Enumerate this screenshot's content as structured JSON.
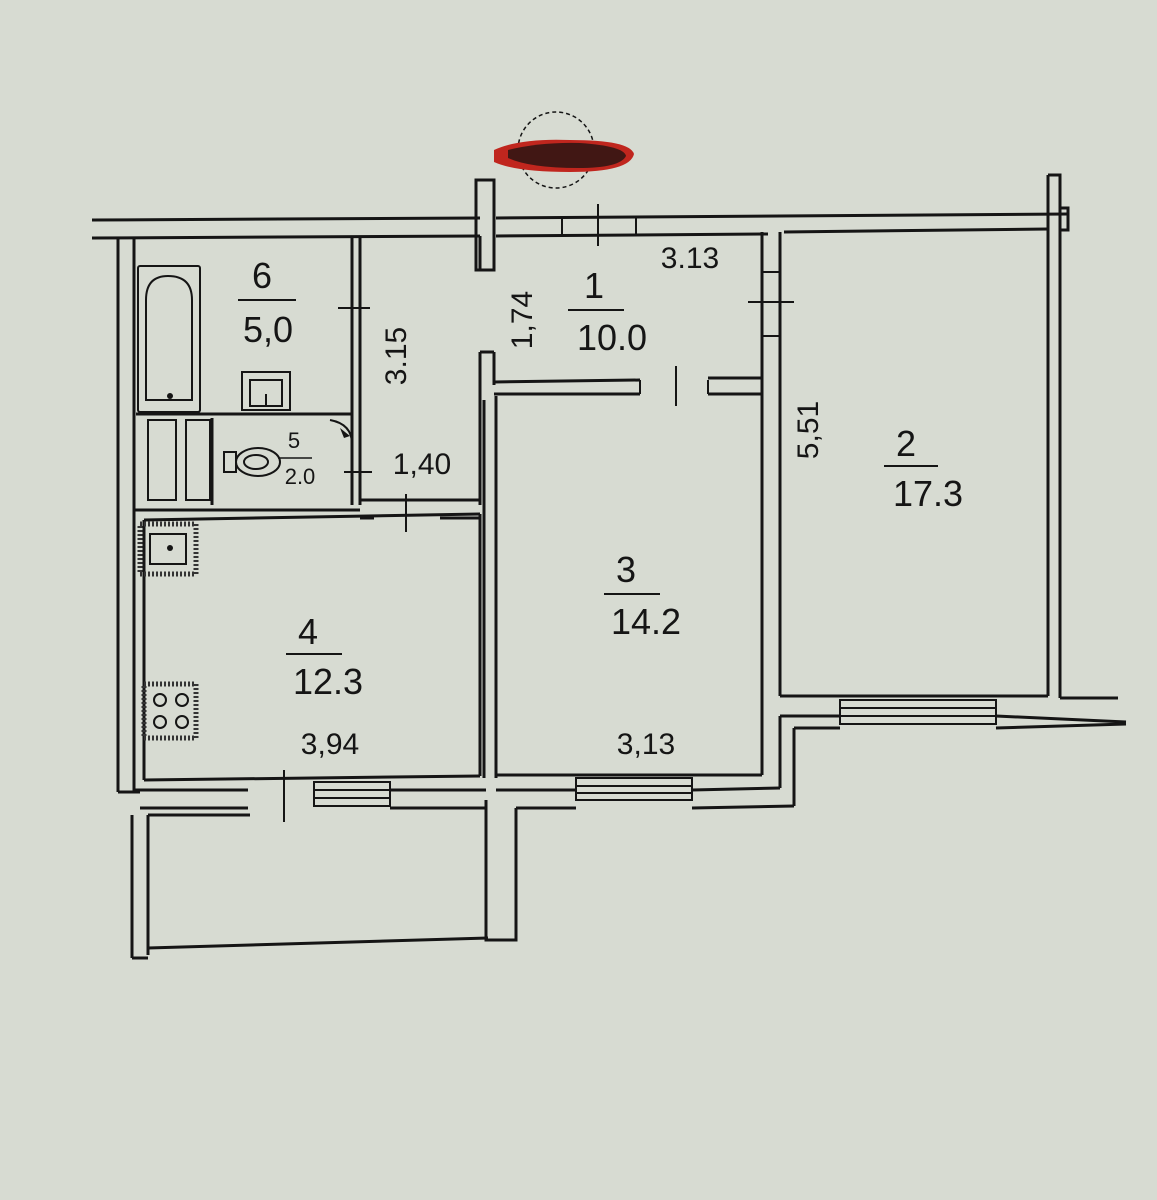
{
  "rooms": [
    {
      "number": "1",
      "area": "10.0"
    },
    {
      "number": "2",
      "area": "17.3"
    },
    {
      "number": "3",
      "area": "14.2"
    },
    {
      "number": "4",
      "area": "12.3"
    },
    {
      "number": "5",
      "area": "2.0"
    },
    {
      "number": "6",
      "area": "5,0"
    }
  ],
  "dimensions": {
    "hall_width": "3.13",
    "hall_depth": "1,74",
    "corridor_length": "3.15",
    "corridor_width": "1,40",
    "room2_length": "5,51",
    "room3_width": "3,13",
    "kitchen_width": "3,94"
  },
  "colors": {
    "paper": "#d7dbd2",
    "ink": "#151515",
    "redaction": "#c0261e"
  },
  "icons": [
    "bathtub-icon",
    "washbasin-icon",
    "toilet-icon",
    "sink-icon",
    "stove-icon",
    "redaction-mark-icon"
  ]
}
